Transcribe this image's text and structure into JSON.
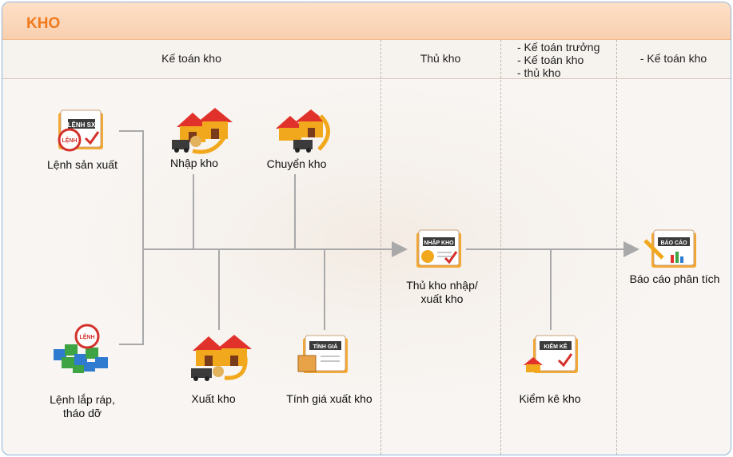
{
  "title": "KHO",
  "columns": [
    {
      "label": "Kế toán kho"
    },
    {
      "label": "Thủ kho"
    },
    {
      "lines": [
        "- Kế toán trưởng",
        "- Kế toán kho",
        "- thủ kho"
      ]
    },
    {
      "label": "- Kế toán kho"
    }
  ],
  "nodes": {
    "lenh_sx": {
      "label": "Lệnh sản xuất",
      "badge": "LỆNH SX",
      "stamp": "LỆNH"
    },
    "nhap_kho": {
      "label": "Nhập kho"
    },
    "chuyen_kho": {
      "label": "Chuyển kho"
    },
    "thu_kho": {
      "label_line1": "Thủ kho nhập/",
      "label_line2": "xuất kho",
      "badge": "NHẬP KHO"
    },
    "bao_cao": {
      "label": "Báo cáo phân tích",
      "badge": "BÁO CÁO"
    },
    "lenh_lap_rap": {
      "label_line1": "Lệnh lắp ráp,",
      "label_line2": "tháo dỡ",
      "stamp": "LỆNH"
    },
    "xuat_kho": {
      "label": "Xuất kho"
    },
    "tinh_gia": {
      "label": "Tính giá xuất kho",
      "badge": "TÍNH GIÁ"
    },
    "kiem_ke": {
      "label": "Kiểm kê kho",
      "badge": "KIỂM KÊ"
    }
  },
  "colors": {
    "accent": "#f07a1c",
    "roof": "#e0322b",
    "house": "#f2a81d",
    "line": "#a9a9a9"
  }
}
